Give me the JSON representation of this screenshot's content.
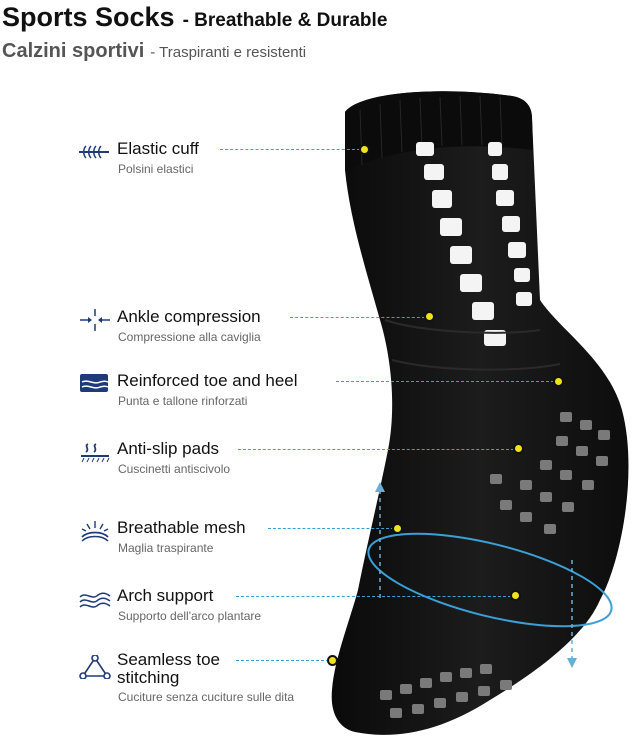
{
  "header": {
    "title": "Sports Socks",
    "title_suffix": "- Breathable & Durable",
    "subtitle": "Calzini sportivi",
    "subtitle_suffix": "- Traspiranti e resistenti"
  },
  "features": [
    {
      "label": "Elastic cuff",
      "sub": "Polsini elastici",
      "icon": "elastic-icon"
    },
    {
      "label": "Ankle compression",
      "sub": "Compressione alla caviglia",
      "icon": "compression-icon"
    },
    {
      "label": "Reinforced toe and heel",
      "sub": "Punta e tallone rinforzati",
      "icon": "reinforced-icon"
    },
    {
      "label": "Anti-slip pads",
      "sub": "Cuscinetti antiscivolo",
      "icon": "anti-slip-icon"
    },
    {
      "label": "Breathable mesh",
      "sub": "Maglia traspirante",
      "icon": "breathable-icon"
    },
    {
      "label": "Arch support",
      "sub": "Supporto dell'arco plantare",
      "icon": "arch-icon"
    },
    {
      "label": "Seamless toe stitching",
      "label_line1": "Seamless toe",
      "label_line2": "stitching",
      "sub": "Cuciture senza cuciture sulle dita",
      "icon": "seamless-icon"
    }
  ],
  "colors": {
    "accent_line": "#3aa0d8",
    "marker": "#f2e21a",
    "sock": "#111111",
    "icon": "#1f3a7a"
  }
}
